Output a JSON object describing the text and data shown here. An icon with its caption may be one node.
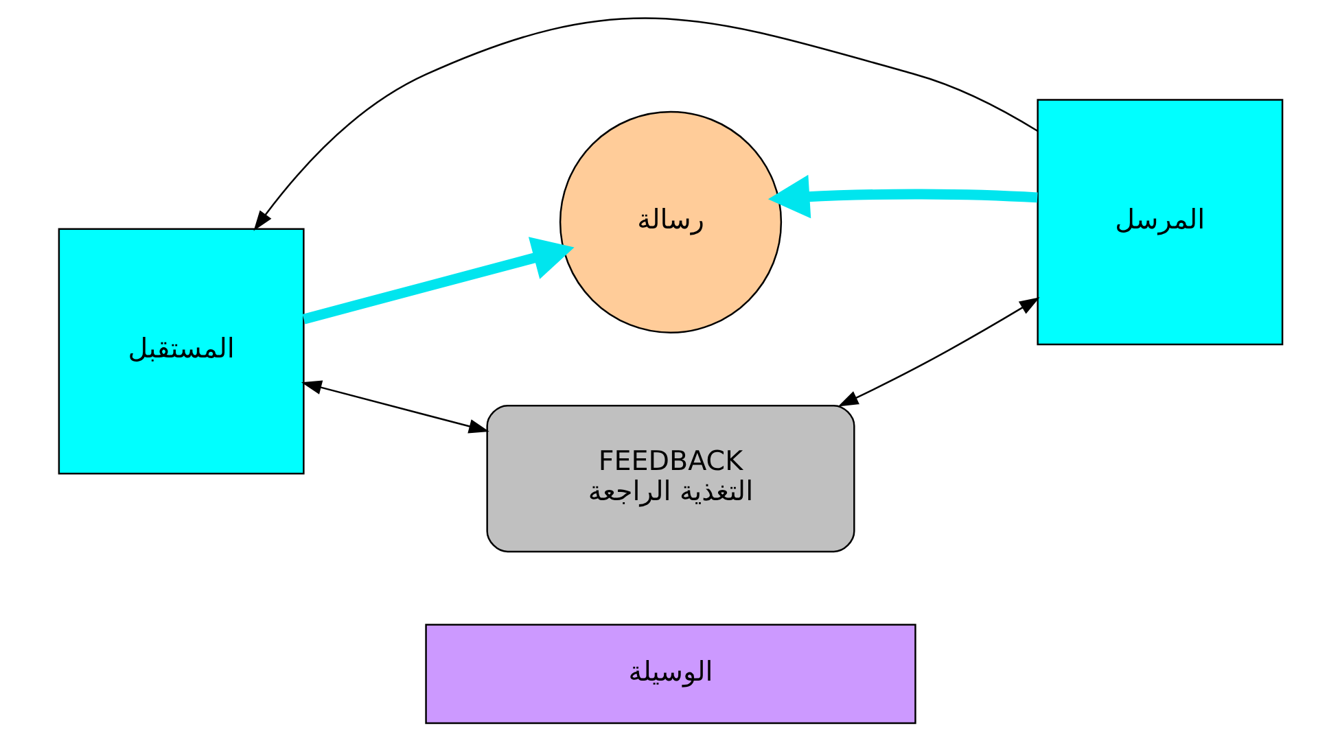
{
  "diagram": {
    "nodes": [
      {
        "text": [
          "الوسيلة"
        ]
      },
      {
        "text": [
          "المرسل"
        ]
      },
      {
        "text": [
          "رسالة"
        ]
      },
      {
        "text": [
          "المستقبل"
        ]
      },
      {
        "text": [
          "FEEDBACK",
          "التغذية الراجعة"
        ]
      }
    ],
    "edges": [
      {
        "from": 3,
        "to": 2,
        "arrow": "to",
        "style": "thick",
        "color": "#00e5ee"
      },
      {
        "from": 1,
        "to": 2,
        "arrow": "to",
        "style": "thick",
        "color": "#00e5ee"
      },
      {
        "from": 1,
        "to": 3,
        "arrow": "to"
      },
      {
        "from": 3,
        "to": 4,
        "arrow": "both"
      },
      {
        "from": 1,
        "to": 4,
        "arrow": "both"
      }
    ]
  }
}
